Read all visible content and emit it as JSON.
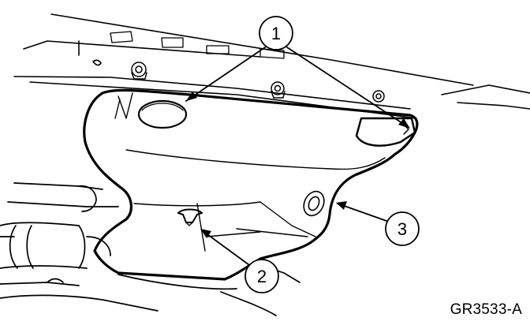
{
  "figure": {
    "id_label": "GR3533-A",
    "callouts": [
      {
        "number": "1"
      },
      {
        "number": "2"
      },
      {
        "number": "3"
      }
    ],
    "colors": {
      "ink": "#000000",
      "background": "#ffffff"
    }
  }
}
